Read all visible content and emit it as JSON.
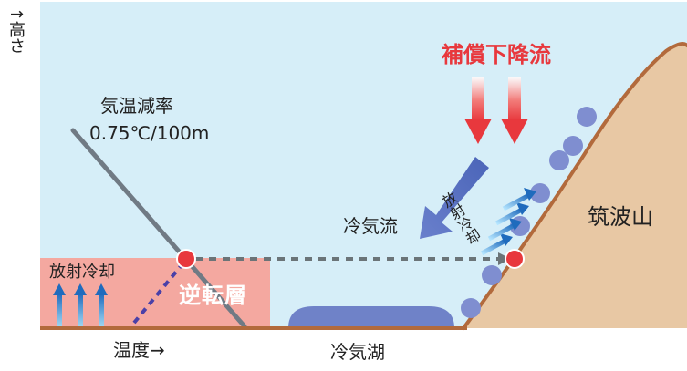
{
  "axis": {
    "y_label": "↑高さ",
    "x_label": "温度→"
  },
  "labels": {
    "lapse_rate_title": "気温減率",
    "lapse_rate_value": "0.75℃/100m",
    "radiative_cooling_left": "放射冷却",
    "inversion_layer": "逆転層",
    "cold_air_flow": "冷気流",
    "cold_air_lake": "冷気湖",
    "compensating_descent": "補償下降流",
    "radiative_cooling_slope": "放射冷却",
    "mountain": "筑波山"
  },
  "colors": {
    "sky": "#d6eef8",
    "inversion_box": "#f4a8a0",
    "mountain": "#e8c8a4",
    "mountain_outline": "#b26a3c",
    "accent_red": "#e8383d",
    "cold_blue": "#6f82c8",
    "arrow_blue": "#2a78c2"
  }
}
